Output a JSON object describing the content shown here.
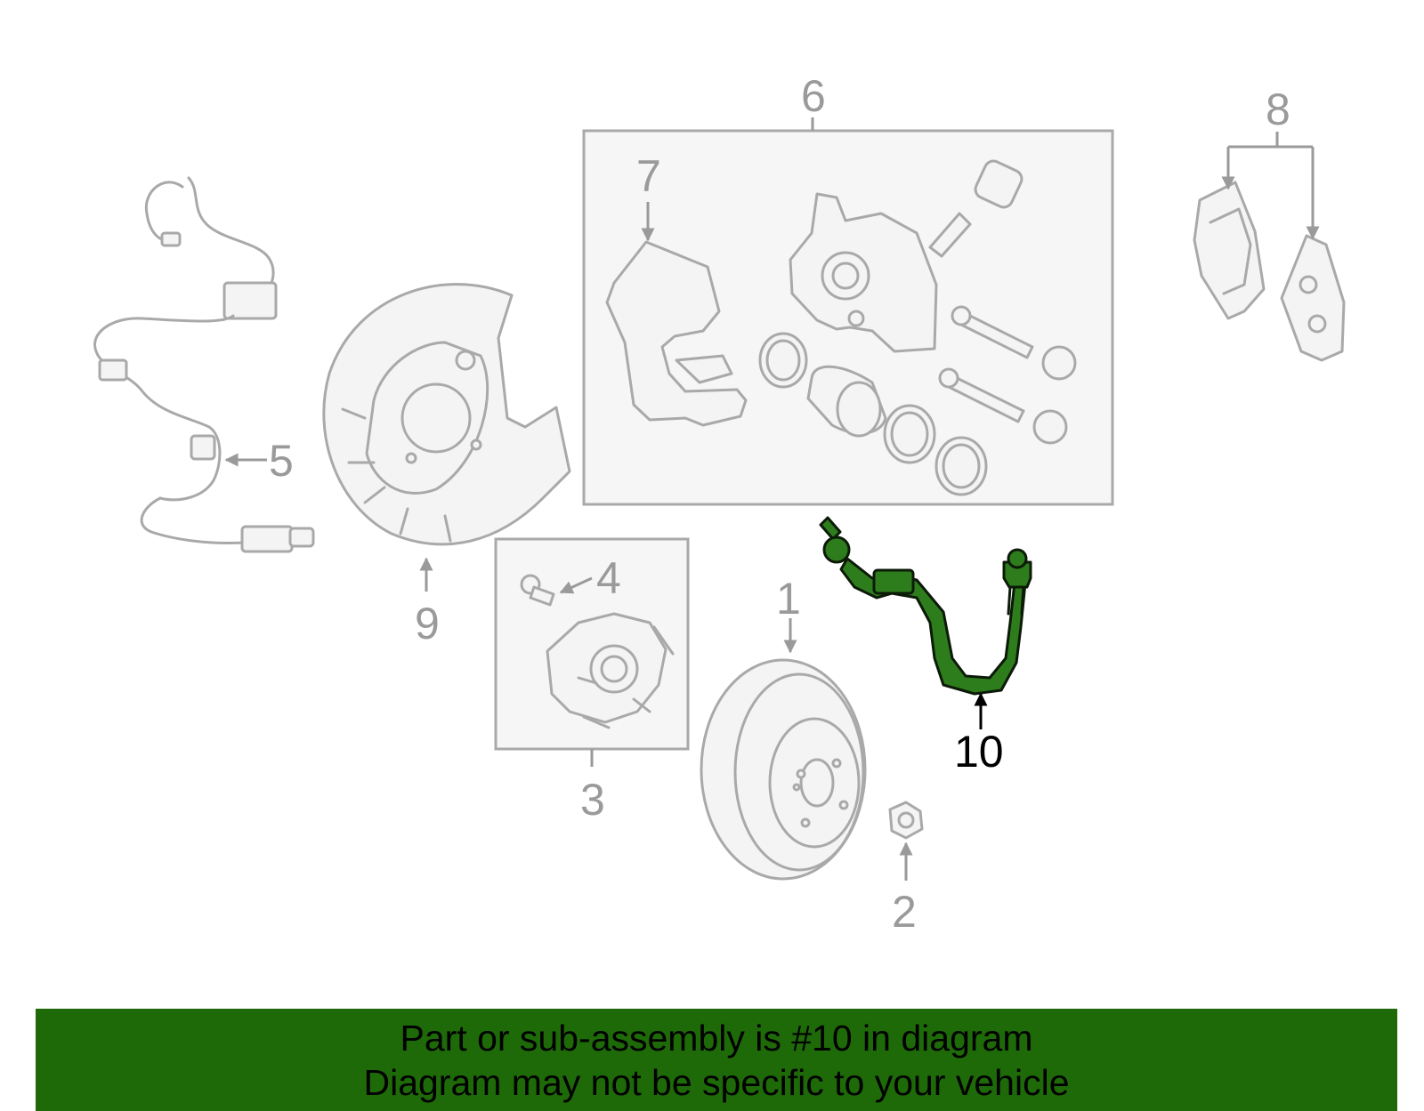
{
  "callouts": {
    "c1": "1",
    "c2": "2",
    "c3": "3",
    "c4": "4",
    "c5": "5",
    "c6": "6",
    "c7": "7",
    "c8": "8",
    "c9": "9",
    "c10": "10"
  },
  "highlighted_part": "10",
  "colors": {
    "highlight": "#2e7d1d",
    "banner_background": "#1e6a08",
    "part_outline": "#a9a9a9",
    "callout_gray": "#9a9a9a"
  },
  "banner": {
    "line1": "Part or sub-assembly is #10 in diagram",
    "line2": "Diagram may not be specific to your vehicle"
  }
}
